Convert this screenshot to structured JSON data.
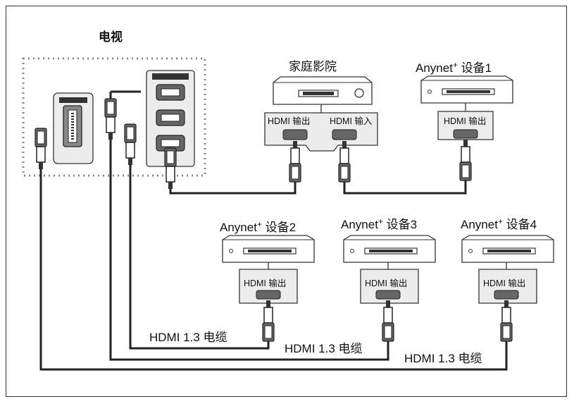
{
  "tv": {
    "label": "电视"
  },
  "home_theater": {
    "label": "家庭影院",
    "port_out": "HDMI 输出",
    "port_in": "HDMI 输入"
  },
  "device1": {
    "name": "Anynet",
    "plus": "+",
    "suffix": " 设备1",
    "port": "HDMI 输出"
  },
  "device2": {
    "name": "Anynet",
    "plus": "+",
    "suffix": " 设备2",
    "port": "HDMI 输出"
  },
  "device3": {
    "name": "Anynet",
    "plus": "+",
    "suffix": " 设备3",
    "port": "HDMI 输出"
  },
  "device4": {
    "name": "Anynet",
    "plus": "+",
    "suffix": " 设备4",
    "port": "HDMI 输出"
  },
  "cables": [
    {
      "label": "HDMI 1.3  电缆"
    },
    {
      "label": "HDMI 1.3  电缆"
    },
    {
      "label": "HDMI 1.3 电缆"
    }
  ],
  "colors": {
    "line": "#222222",
    "plug": "#555555",
    "panel_fill": "#ececec"
  }
}
